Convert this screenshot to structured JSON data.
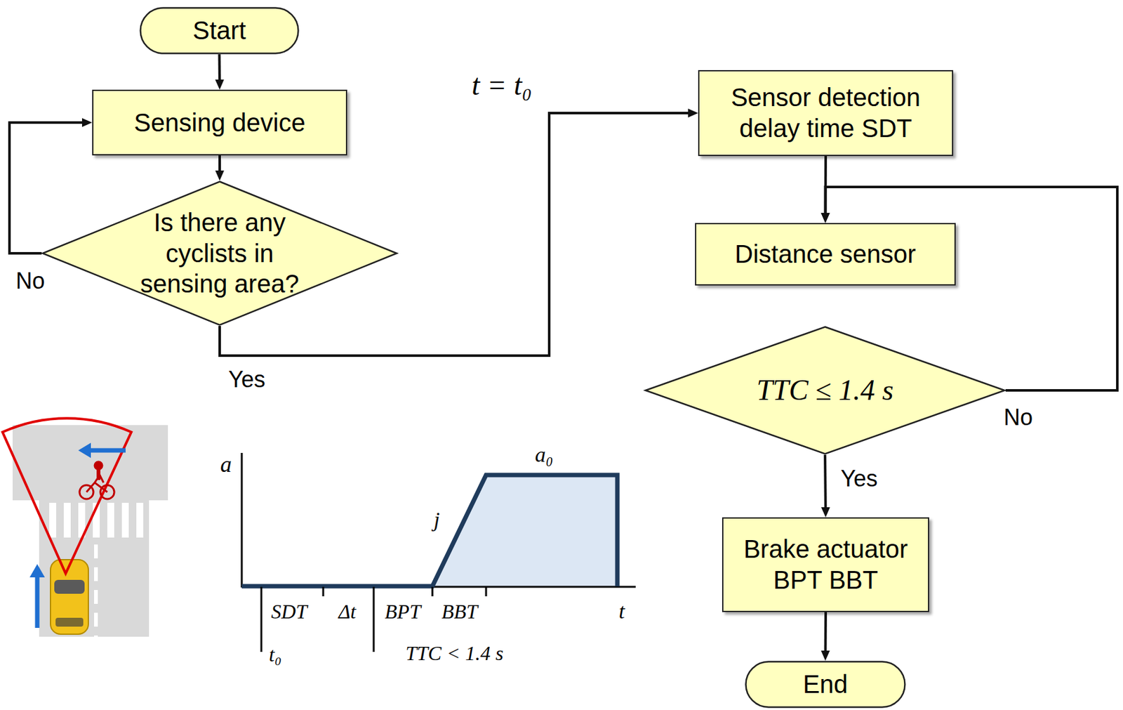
{
  "diagram": {
    "nodes": [
      {
        "text": [
          "Start"
        ]
      },
      {
        "text": [
          "Sensing device"
        ]
      },
      {
        "text": [
          "Is there any cyclists in sensing area?"
        ]
      },
      {
        "text": [
          "Sensor detection delay time SDT"
        ]
      },
      {
        "text": [
          "Distance sensor"
        ]
      },
      {
        "text": [
          "TTC ≤ 1.4 s"
        ]
      },
      {
        "text": [
          "Brake actuator BPT BBT"
        ]
      },
      {
        "text": [
          "End"
        ]
      }
    ],
    "edges": [
      {
        "from": 0,
        "to": 1,
        "arrow": "to"
      },
      {
        "from": 1,
        "to": 2,
        "arrow": "to"
      },
      {
        "from": 2,
        "to": 1,
        "label": "No",
        "arrow": "to"
      },
      {
        "from": 2,
        "to": 3,
        "label": "Yes",
        "arrow": "to"
      },
      {
        "from": 3,
        "to": 4,
        "arrow": "to"
      },
      {
        "from": 5,
        "to": 4,
        "label": "No",
        "arrow": "to"
      },
      {
        "from": 5,
        "to": 6,
        "label": "Yes",
        "arrow": "to"
      },
      {
        "from": 6,
        "to": 7,
        "arrow": "to"
      }
    ],
    "labels": [
      "t = t₀",
      "a",
      "a₀",
      "j",
      "SDT",
      "Δt",
      "BPT",
      "BBT",
      "t",
      "t₀",
      "TTC < 1.4 s"
    ]
  }
}
